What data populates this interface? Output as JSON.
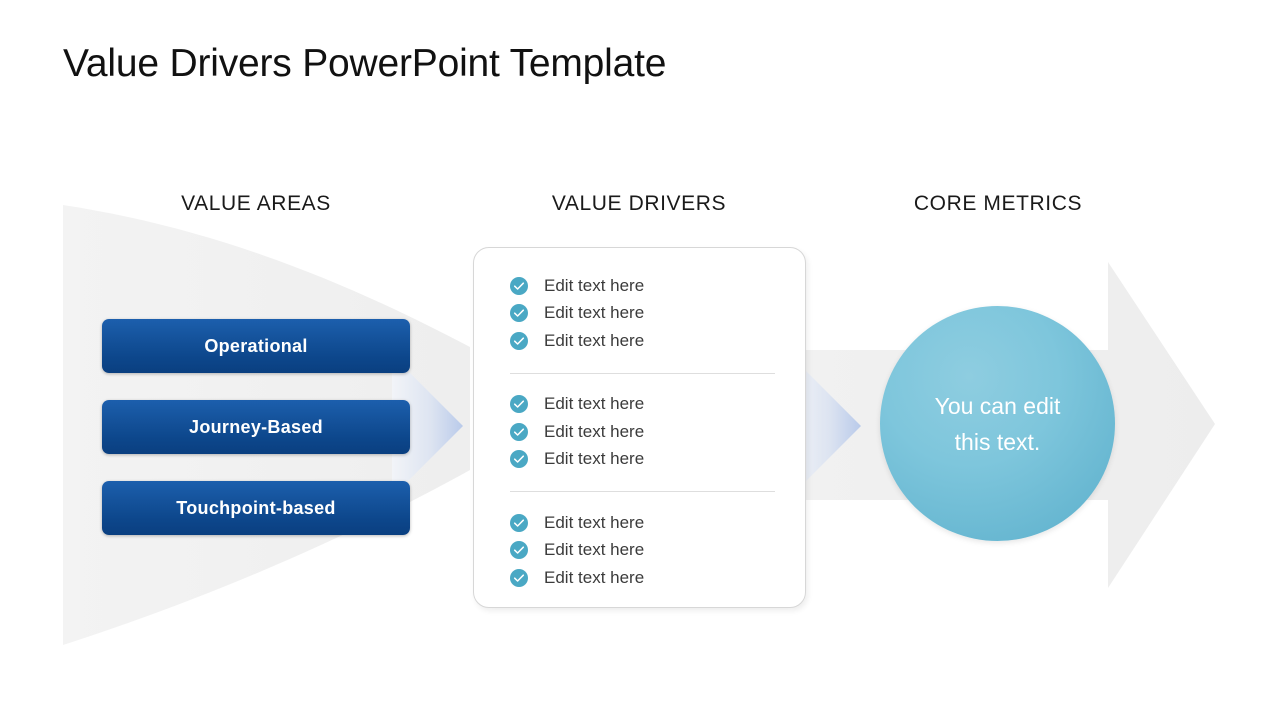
{
  "slide": {
    "title": "Value Drivers PowerPoint Template",
    "background": "#ffffff"
  },
  "columns": {
    "value_areas_heading": "VALUE AREAS",
    "value_drivers_heading": "VALUE DRIVERS",
    "core_metrics_heading": "CORE METRICS"
  },
  "value_areas": {
    "buttons": [
      {
        "label": "Operational"
      },
      {
        "label": "Journey-Based"
      },
      {
        "label": "Touchpoint-based"
      }
    ]
  },
  "value_drivers": {
    "groups": [
      {
        "items": [
          "Edit text here",
          "Edit text here",
          "Edit text here"
        ]
      },
      {
        "items": [
          "Edit text here",
          "Edit text here",
          "Edit text here"
        ]
      },
      {
        "items": [
          "Edit text here",
          "Edit text here",
          "Edit text here"
        ]
      }
    ]
  },
  "core_metrics": {
    "circle_text_line1": "You can edit",
    "circle_text_line2": "this text."
  },
  "icons": {
    "check_circle": "check-circle-icon",
    "funnel": "funnel-shape",
    "arrow_right": "arrow-right-shape",
    "chevron_right": "chevron-right-shape"
  },
  "colors": {
    "button_blue_light": "#1c5fad",
    "button_blue_dark": "#0a3f80",
    "check_teal": "#4aa8c4",
    "circle_teal_light": "#8ecde0",
    "circle_teal_dark": "#57abc8",
    "funnel_gray": "#f0f0f0",
    "arrow_gray": "#f0f0f0",
    "chevron_blue": "#c5d3e8",
    "card_border": "#d7d7d7",
    "divider": "#dedede",
    "title_text": "#111111",
    "body_text": "#3b3b3b"
  }
}
